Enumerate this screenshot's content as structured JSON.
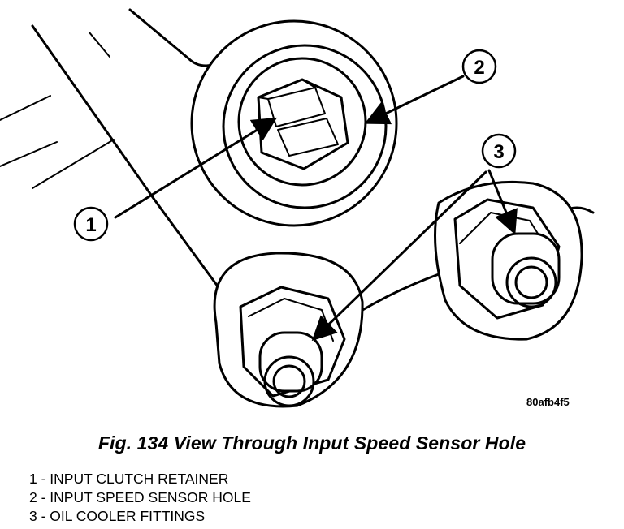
{
  "figure": {
    "id_code": "80afb4f5",
    "caption": "Fig. 134 View Through Input Speed Sensor Hole"
  },
  "callouts": [
    {
      "number": "1"
    },
    {
      "number": "2"
    },
    {
      "number": "3"
    }
  ],
  "legend": [
    {
      "text": "1 - INPUT CLUTCH RETAINER"
    },
    {
      "text": "2 - INPUT SPEED SENSOR HOLE"
    },
    {
      "text": "3 - OIL COOLER FITTINGS"
    }
  ]
}
